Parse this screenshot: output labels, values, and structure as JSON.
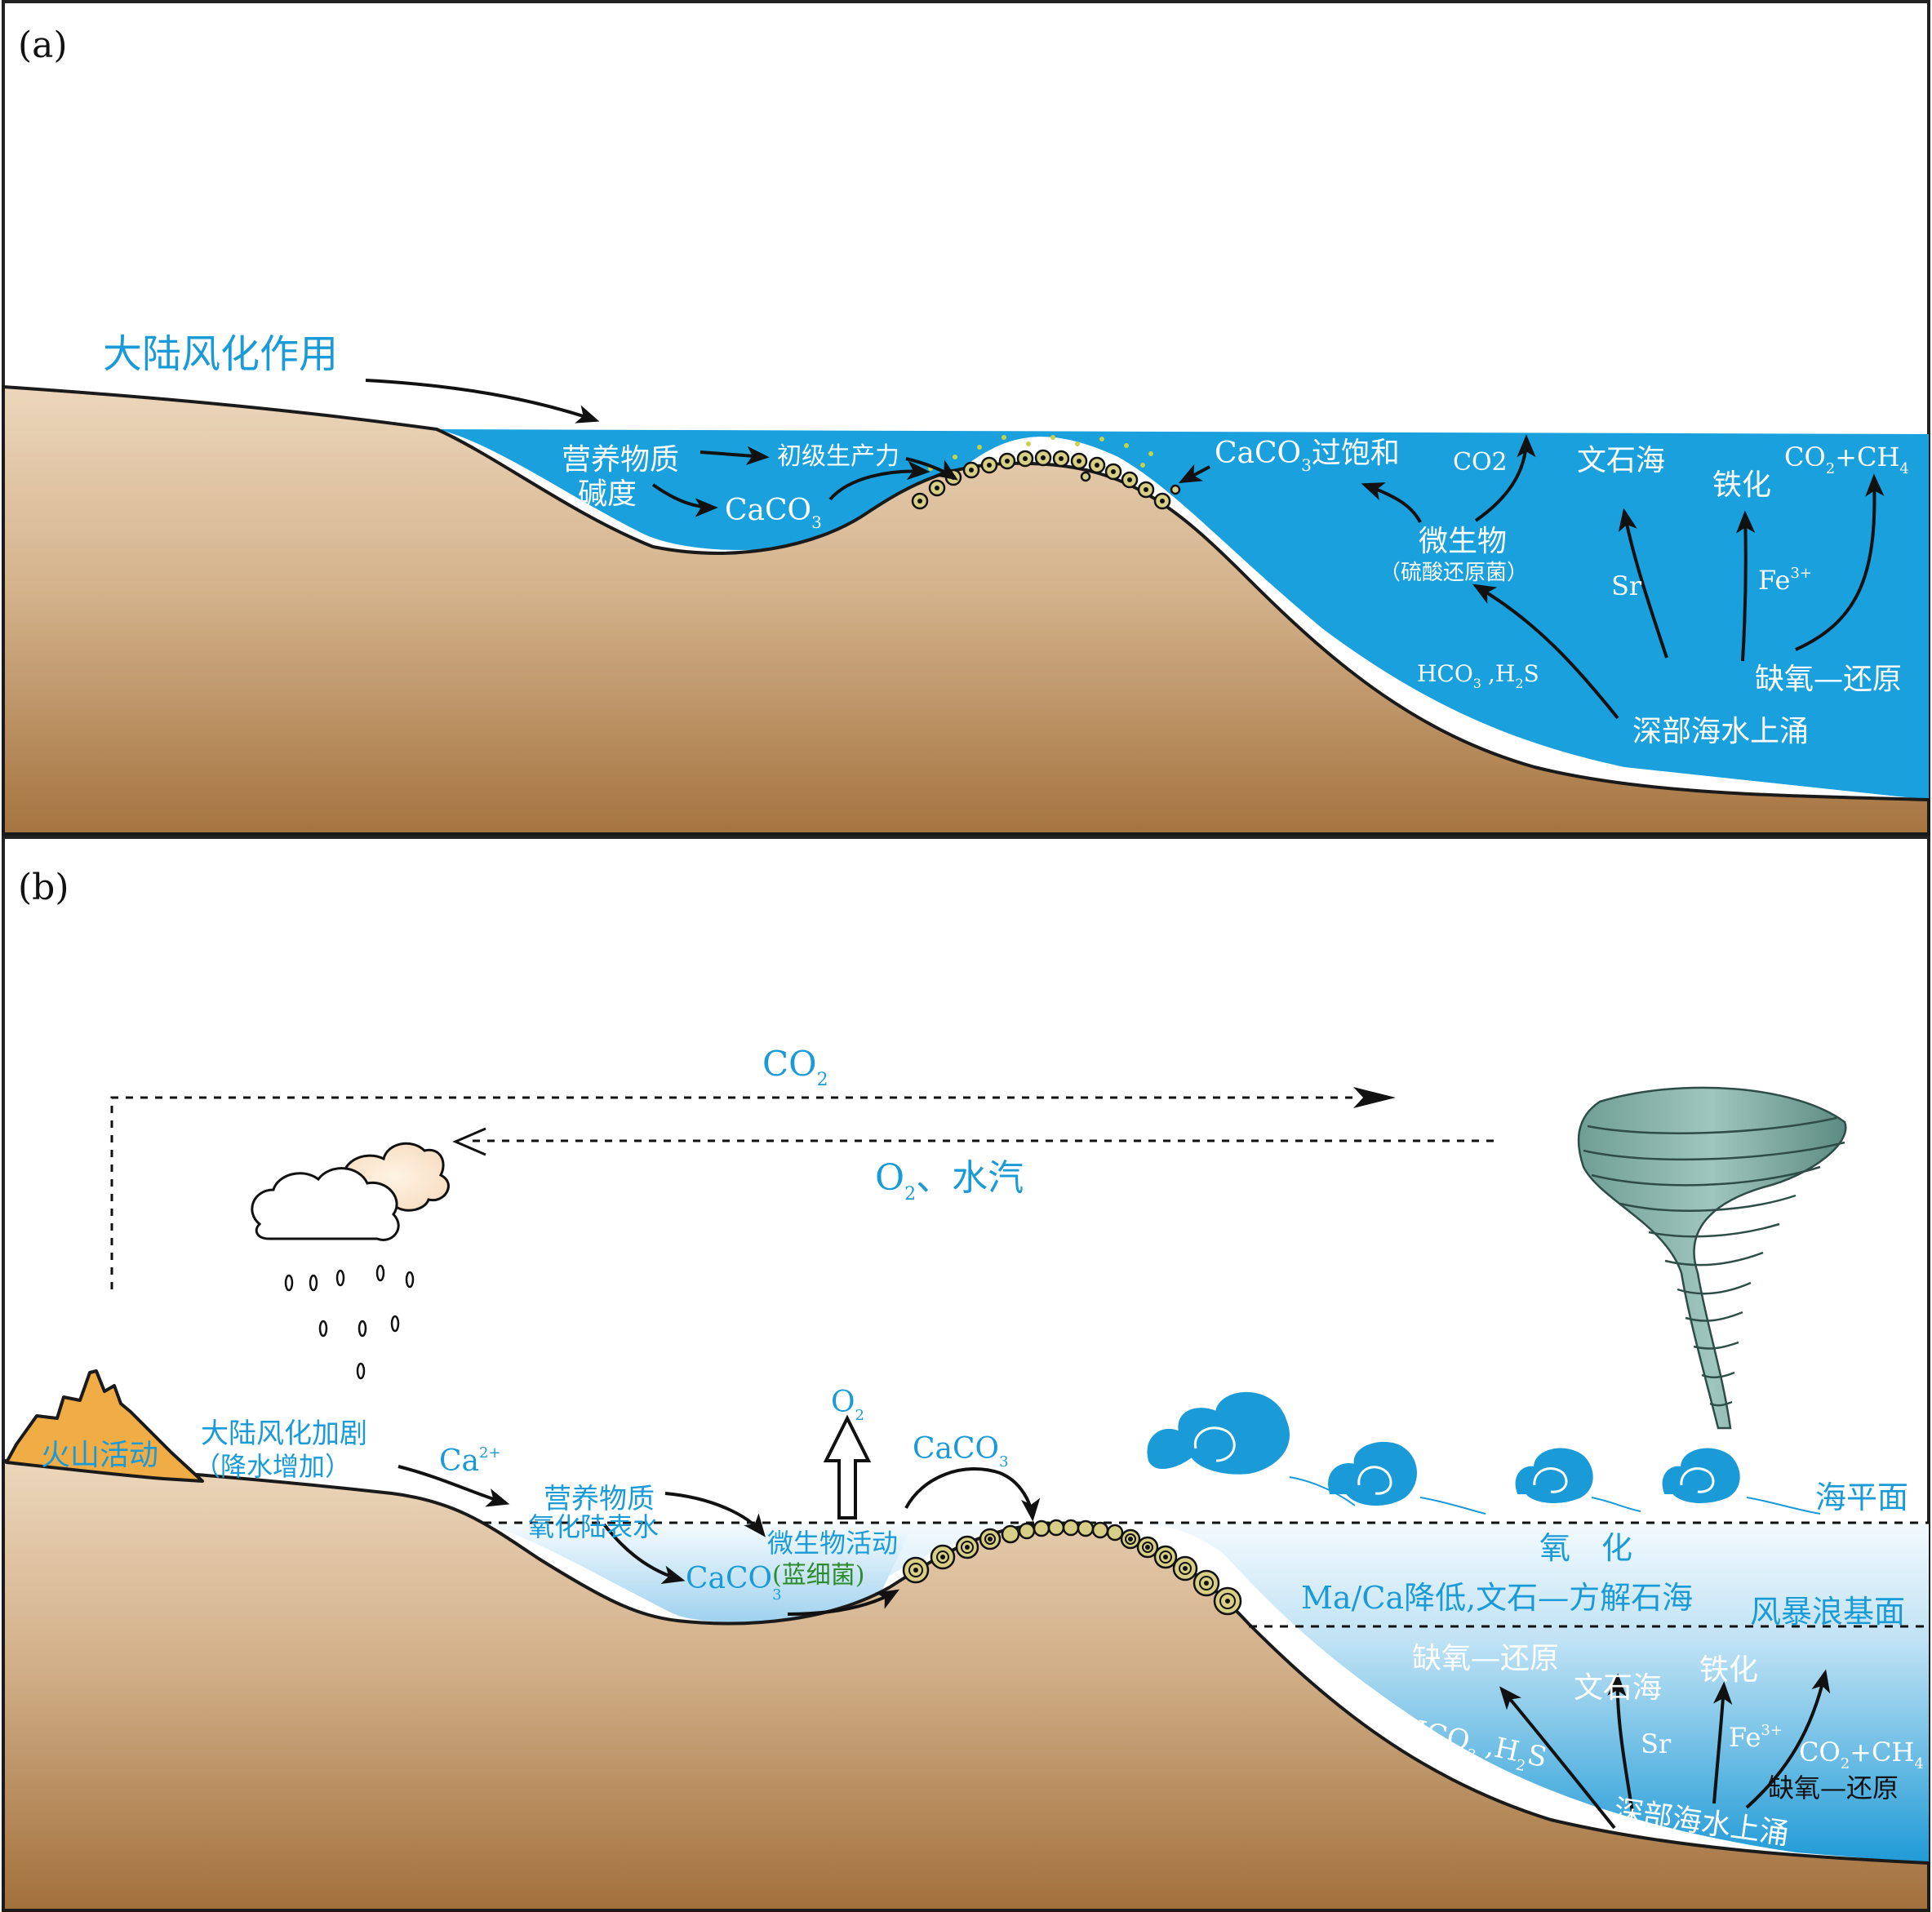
{
  "panel_a": {
    "label": "(a)",
    "continental_weathering": "大陆风化作用",
    "nutrients": "营养物质",
    "alkalinity": "碱度",
    "primary_productivity": "初级生产力",
    "caco3": "CaCO",
    "caco3_sub": "3",
    "caco3_supersat": "CaCO",
    "caco3_supersat_sub": "3",
    "caco3_supersat_suffix": "过饱和",
    "co2_simple": "CO2",
    "aragonite_sea": "文石海",
    "ferruginous": "铁化",
    "co2_ch4_a": "CO",
    "co2_ch4_sub2": "2",
    "co2_ch4_b": "+CH",
    "co2_ch4_sub4": "4",
    "microbes": "微生物",
    "srb": "（硫酸还原菌）",
    "sr": "Sr",
    "fe": "Fe",
    "fe_sup": "3+",
    "hco3_h2s_a": "HCO",
    "hco3_sub": "3",
    "hco3_h2s_b": ",H",
    "h2s_sub": "2",
    "hco3_h2s_c": "S",
    "anoxic_reduction": "缺氧—还原",
    "upwelling": "深部海水上涌"
  },
  "panel_b": {
    "label": "(b)",
    "co2_a": "CO",
    "co2_sub": "2",
    "o2_vapor_a": "O",
    "o2_vapor_sub": "2",
    "o2_vapor_b": "、水汽",
    "volcanism": "火山活动",
    "weathering_intensified": "大陆风化加剧",
    "rainfall_increase": "（降水增加）",
    "ca2": "Ca",
    "ca2_sup": "2+",
    "nutrients": "营养物质",
    "oxidized_surface_water": "氧化陆表水",
    "o2_up_a": "O",
    "o2_up_sub": "2",
    "microbial_activity": "微生物活动",
    "cyanobacteria": "(蓝细菌)",
    "caco3_left": "CaCO",
    "caco3_left_sub": "3",
    "caco3_top": "CaCO",
    "caco3_top_sub": "3",
    "sea_level": "海平面",
    "oxidation": "氧　化",
    "mg_ca_decrease": "Ma/Ca降低,文石—方解石海",
    "storm_wave_base": "风暴浪基面",
    "anoxic_reduction_upper": "缺氧—还原",
    "aragonite_sea": "文石海",
    "ferruginous": "铁化",
    "hco3_a": "HCO",
    "hco3_sub": "3",
    "hco3_b": ",H",
    "h2s_sub": "2",
    "hco3_c": "S",
    "sr": "Sr",
    "fe": "Fe",
    "fe_sup": "3+",
    "co2_ch4_a": "CO",
    "co2_ch4_sub2": "2",
    "co2_ch4_b": "+CH",
    "co2_ch4_sub4": "4",
    "anoxic_reduction_lower": "缺氧—还原",
    "upwelling": "深部海水上涌"
  },
  "colors": {
    "ocean_a": "#1aa0dc",
    "label_blue": "#1a9bd7",
    "land_top": "#e3ccb0",
    "land_bottom": "#a97a43",
    "volcano": "#f0ac45",
    "ooid": "#d8cf86",
    "cyanobacteria_green": "#2e8b2e"
  }
}
